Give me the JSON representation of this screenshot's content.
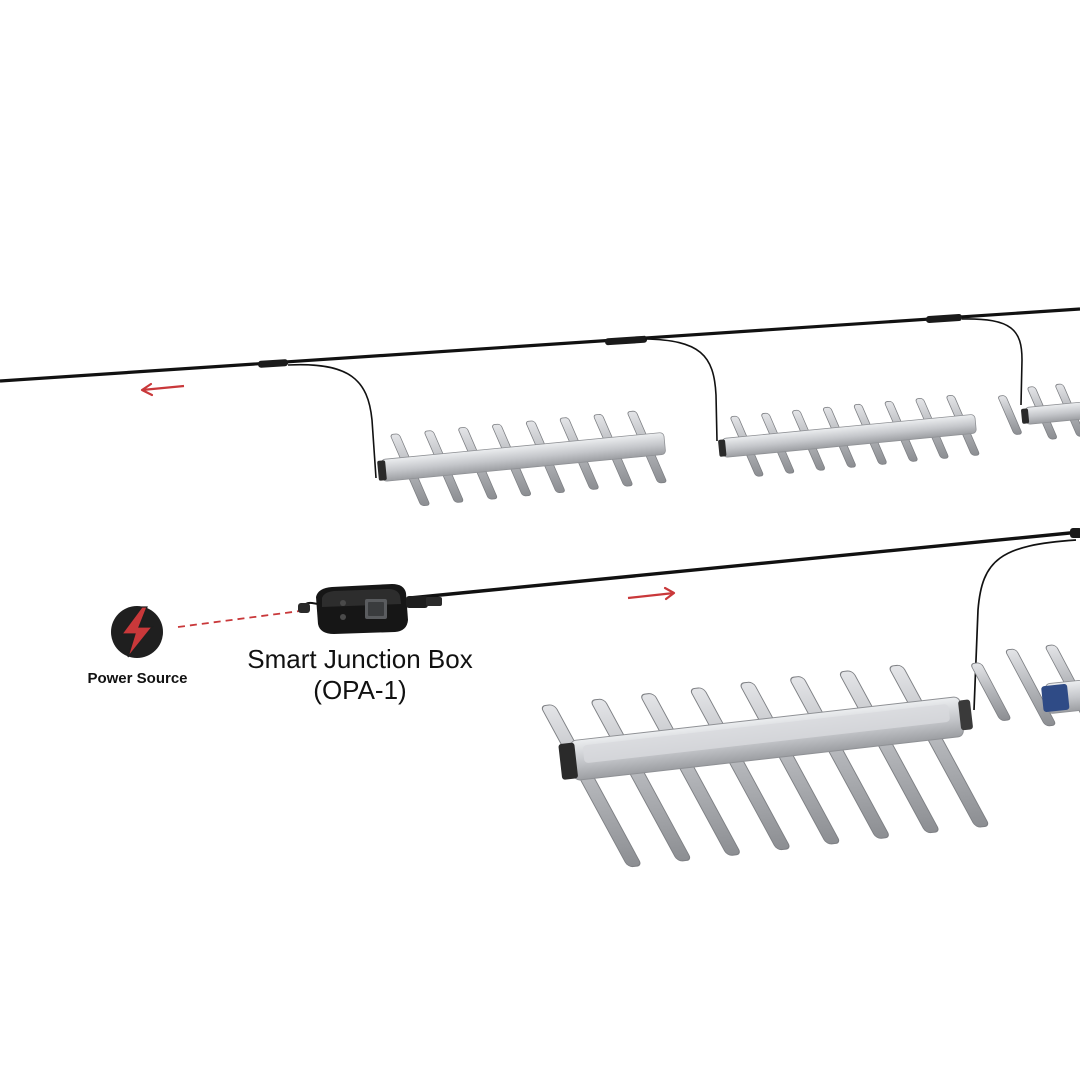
{
  "power_source": {
    "label": "Power Source",
    "icon": "lightning-bolt-icon",
    "icon_bg": "#1f1f1f",
    "bolt_color": "#c9383a"
  },
  "junction_box": {
    "name": "Smart Junction Box",
    "model": "(OPA-1)"
  },
  "colors": {
    "cable": "#111111",
    "flow_arrow": "#c9383a",
    "fixture_bar": "#b7b9bd",
    "fixture_housing": "#c9cbcf"
  }
}
